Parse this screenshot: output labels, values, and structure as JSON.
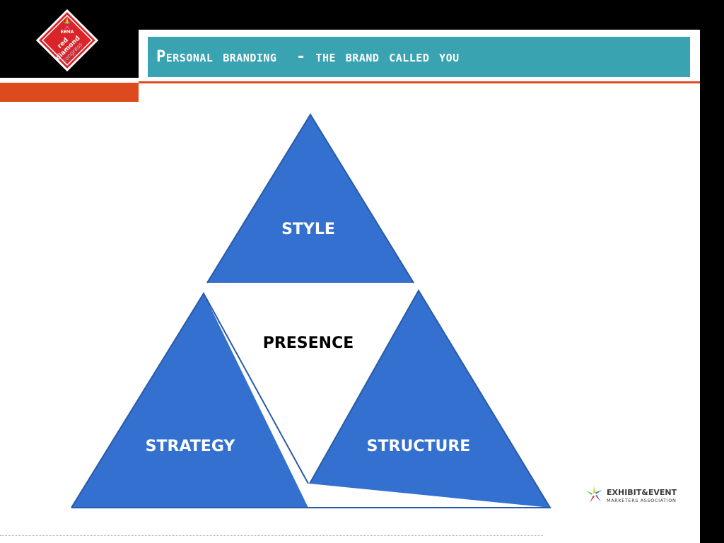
{
  "slide": {
    "title": "Personal branding  - the brand called you"
  },
  "logo": {
    "org": "EEMA",
    "line1": "red",
    "line2": "diamond",
    "line3": "congress"
  },
  "diagram": {
    "top": "STYLE",
    "center": "PRESENCE",
    "left": "STRATEGY",
    "right": "STRUCTURE",
    "fill_color": "#3370cf",
    "stroke_color": "#2a5aa8"
  },
  "footer_logo": {
    "brand": "EXHIBIT&EVENT",
    "tagline": "MARKETERS ASSOCIATION"
  },
  "colors": {
    "accent_orange": "#dd4a1d",
    "title_teal": "#3aa3b2"
  }
}
